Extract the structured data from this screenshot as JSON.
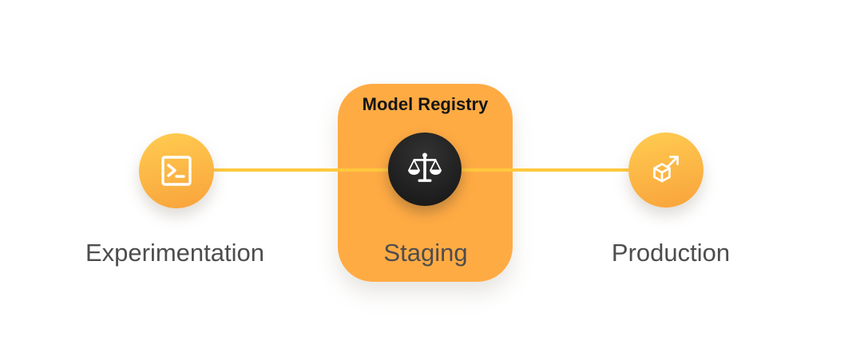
{
  "diagram": {
    "registry": {
      "title": "Model Registry"
    },
    "stages": [
      {
        "label": "Experimentation",
        "icon": "terminal-icon"
      },
      {
        "label": "Staging",
        "icon": "scales-icon"
      },
      {
        "label": "Production",
        "icon": "cube-arrow-icon"
      }
    ],
    "colors": {
      "background": "#FFFFFF",
      "node_gradient_top": "#FFC94F",
      "node_gradient_bottom": "#F9A63D",
      "registry_card": "#FFAB44",
      "connector": "#FFC93D",
      "dark_badge_center": "#333333",
      "dark_badge_edge": "#1B1B1B",
      "registry_title_text": "#151515",
      "stage_label_text": "#4D4D4D",
      "icon_color": "#FFFFFF"
    }
  }
}
